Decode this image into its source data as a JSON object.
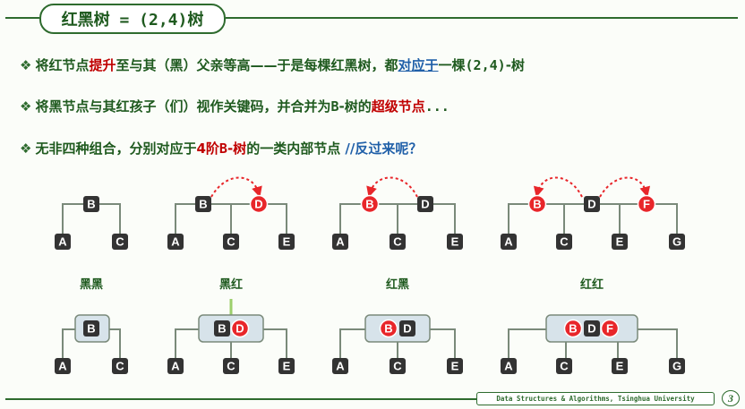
{
  "title": "红黑树 = (2,4)树",
  "bullets": [
    {
      "parts": [
        {
          "text": "将红节点",
          "style": ""
        },
        {
          "text": "提升",
          "style": "red"
        },
        {
          "text": "至与其（黑）父亲等高——于是每棵红黑树，都",
          "style": ""
        },
        {
          "text": "对应于",
          "style": "underline-blue"
        },
        {
          "text": "一棵",
          "style": ""
        },
        {
          "text": "(2,4)",
          "style": "mono"
        },
        {
          "text": "-树",
          "style": ""
        }
      ]
    },
    {
      "parts": [
        {
          "text": "将黑节点与其红孩子（们）视作关键码，并合并为",
          "style": ""
        },
        {
          "text": "B",
          "style": "mono"
        },
        {
          "text": "-树的",
          "style": ""
        },
        {
          "text": "超级节点",
          "style": "red"
        },
        {
          "text": "...",
          "style": "mono"
        }
      ]
    },
    {
      "parts": [
        {
          "text": "无非四种组合，分别对应于",
          "style": ""
        },
        {
          "text": "4",
          "style": "red"
        },
        {
          "text": "阶",
          "style": "red"
        },
        {
          "text": "B",
          "style": "red mono"
        },
        {
          "text": "-树",
          "style": "red"
        },
        {
          "text": "的一类内部节点 ",
          "style": ""
        },
        {
          "text": "//反过来呢？",
          "style": "blue"
        }
      ]
    }
  ],
  "diagrams": [
    {
      "label": "黑黑",
      "keys": [
        {
          "k": "B",
          "color": "black"
        }
      ],
      "leaves": [
        "A",
        "C"
      ]
    },
    {
      "label": "黑红",
      "keys": [
        {
          "k": "B",
          "color": "black"
        },
        {
          "k": "D",
          "color": "red"
        }
      ],
      "leaves": [
        "A",
        "C",
        "E"
      ]
    },
    {
      "label": "红黑",
      "keys": [
        {
          "k": "B",
          "color": "red"
        },
        {
          "k": "D",
          "color": "black"
        }
      ],
      "leaves": [
        "A",
        "C",
        "E"
      ]
    },
    {
      "label": "红红",
      "keys": [
        {
          "k": "B",
          "color": "red"
        },
        {
          "k": "D",
          "color": "black"
        },
        {
          "k": "F",
          "color": "red"
        }
      ],
      "leaves": [
        "A",
        "C",
        "E",
        "G"
      ]
    }
  ],
  "footer": "Data Structures & Algorithms, Tsinghua University",
  "page": "3",
  "colors": {
    "black_node": "#333333",
    "red_node": "#e8262a",
    "green_text": "#1f5a1f",
    "super_node": "#d7e3ea",
    "leaf": "#333333"
  }
}
